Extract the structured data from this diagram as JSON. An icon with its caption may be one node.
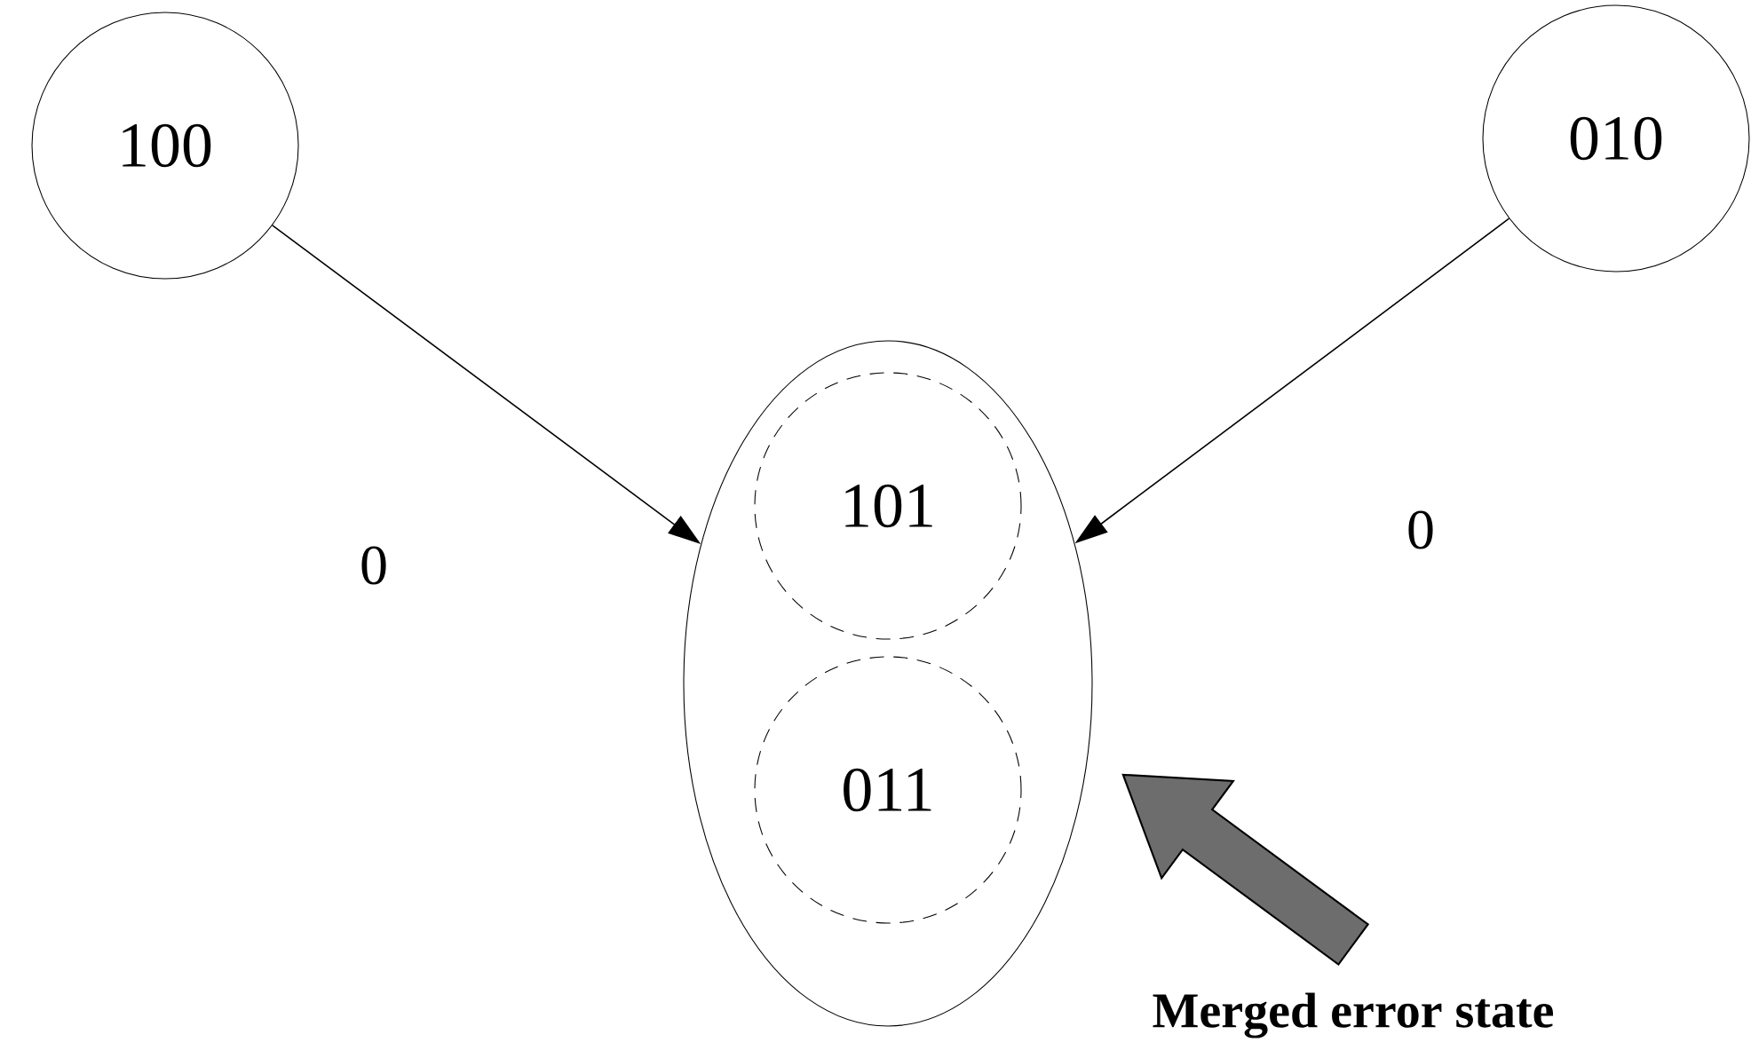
{
  "diagram": {
    "nodes": [
      {
        "text": [
          "100"
        ]
      },
      {
        "text": [
          "010"
        ]
      },
      {
        "text": [],
        "shape": "ellipse"
      },
      {
        "text": [
          "101"
        ],
        "in": 2
      },
      {
        "text": [
          "011"
        ],
        "in": 2
      },
      {
        "text": [
          "Merged error state"
        ]
      }
    ],
    "edges": [
      {
        "from": 0,
        "to": 2,
        "arrow": "to",
        "label": "0"
      },
      {
        "from": 1,
        "to": 2,
        "arrow": "to",
        "label": "0"
      },
      {
        "from": 5,
        "to": 2,
        "arrow": "to",
        "style": "thick",
        "color": "#6d6d6d"
      }
    ]
  }
}
